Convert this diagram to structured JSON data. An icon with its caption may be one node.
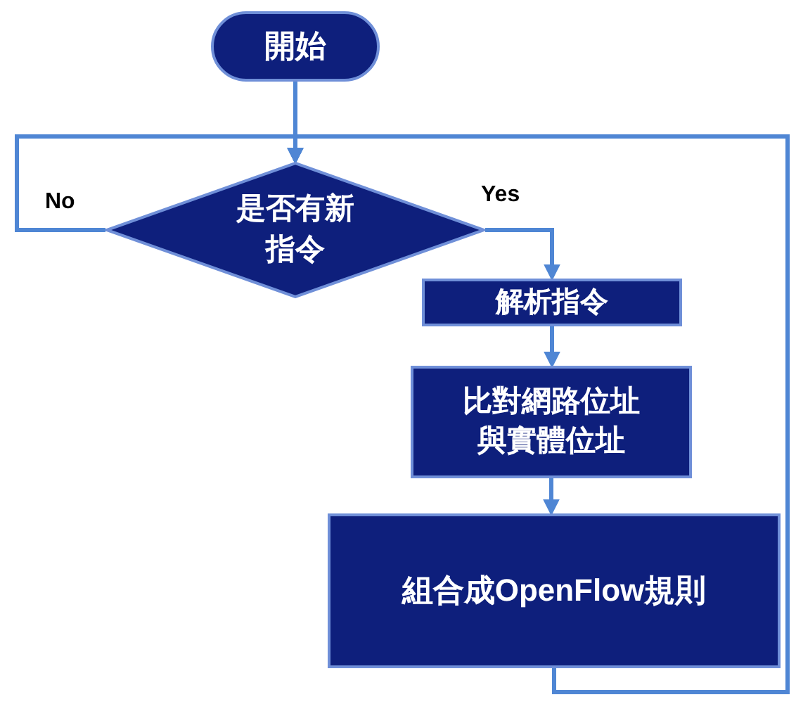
{
  "diagram": {
    "nodes": [
      {
        "text": [
          "開始"
        ]
      },
      {
        "text": [
          "是否有新指令"
        ]
      },
      {
        "text": [
          "解析指令"
        ]
      },
      {
        "text": [
          "比對網路位址與實體位址"
        ]
      },
      {
        "text": [
          "組合成OpenFlow規則"
        ]
      }
    ],
    "edges": [
      {
        "from": 0,
        "to": 1,
        "arrow": "to"
      },
      {
        "from": 1,
        "to": 1,
        "arrow": "to",
        "label": "No"
      },
      {
        "from": 1,
        "to": 2,
        "arrow": "to",
        "label": "Yes"
      },
      {
        "from": 2,
        "to": 3,
        "arrow": "to"
      },
      {
        "from": 3,
        "to": 4,
        "arrow": "to"
      },
      {
        "from": 4,
        "to": 1,
        "arrow": "to"
      }
    ]
  }
}
